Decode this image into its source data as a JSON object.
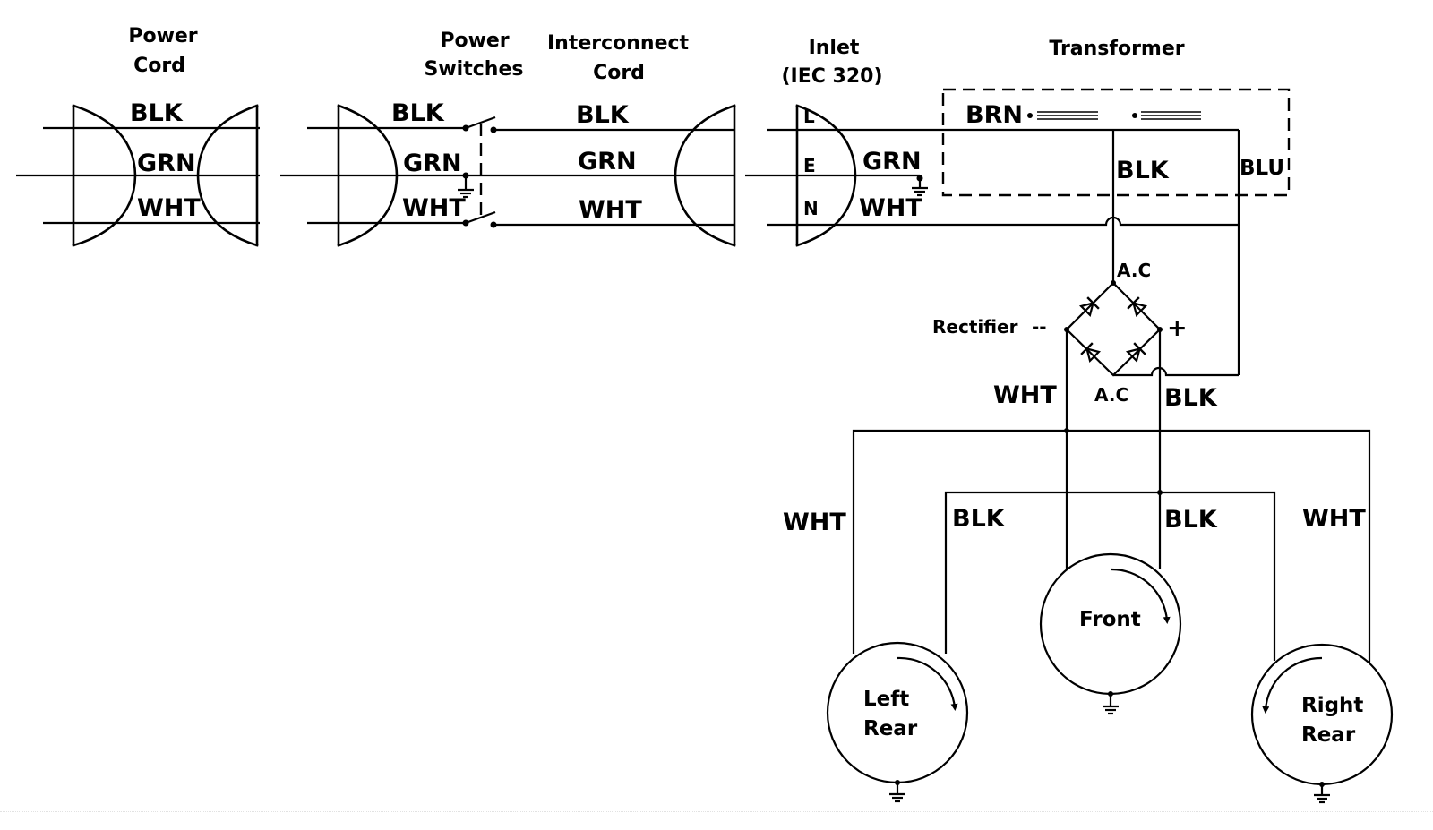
{
  "diagram": {
    "type": "wiring-schematic",
    "colors": {
      "ink": "#000000",
      "background": "#ffffff"
    },
    "sections": {
      "power_cord": [
        "Power",
        "Cord"
      ],
      "power_switches": [
        "Power",
        "Switches"
      ],
      "interconnect_cord": [
        "Interconnect",
        "Cord"
      ],
      "inlet": [
        "Inlet",
        "(IEC 320)"
      ],
      "transformer": "Transformer"
    },
    "power_cord_wires": {
      "top": "BLK",
      "mid": "GRN",
      "bot": "WHT"
    },
    "switch_wires": {
      "top": "BLK",
      "mid": "GRN",
      "bot": "WHT"
    },
    "interconnect_wires": {
      "top": "BLK",
      "mid": "GRN",
      "bot": "WHT"
    },
    "inlet_pins": {
      "line": "L",
      "earth": "E",
      "neutral": "N"
    },
    "inlet_wires": {
      "mid": "GRN",
      "bot": "WHT"
    },
    "transformer_wires": {
      "primary": "BRN",
      "secondary_left": "BLK",
      "secondary_right": "BLU"
    },
    "rectifier": {
      "label": "Rectifier",
      "negative": "--",
      "positive": "+",
      "ac_top": "A.C",
      "ac_bottom": "A.C",
      "out_left": "WHT",
      "out_right": "BLK"
    },
    "fan_wires": {
      "left_white": "WHT",
      "left_black": "BLK",
      "right_black": "BLK",
      "right_white": "WHT"
    },
    "fans": [
      {
        "name": "Left Rear",
        "lines": [
          "Left",
          "Rear"
        ],
        "rotation": "clockwise"
      },
      {
        "name": "Front",
        "lines": [
          "Front"
        ],
        "rotation": "clockwise"
      },
      {
        "name": "Right Rear",
        "lines": [
          "Right",
          "Rear"
        ],
        "rotation": "counter-clockwise"
      }
    ]
  }
}
